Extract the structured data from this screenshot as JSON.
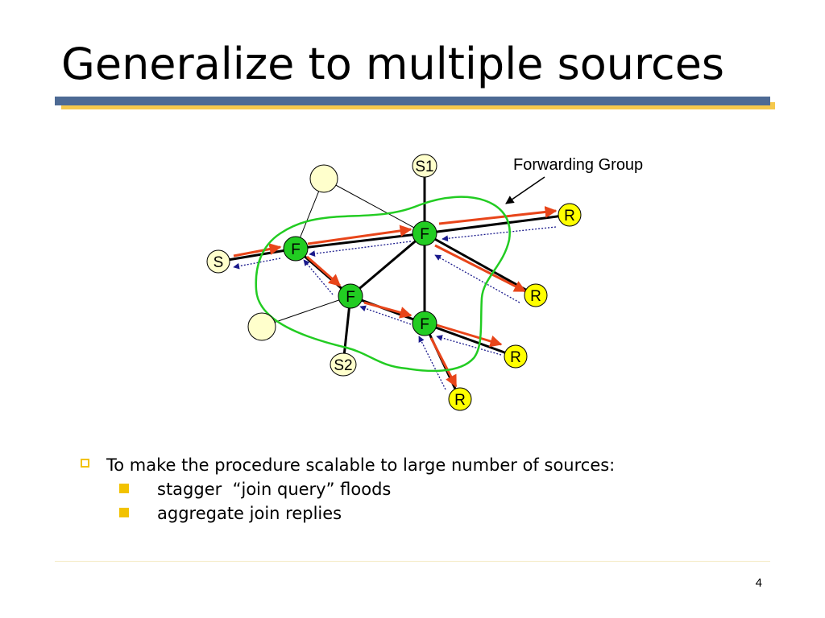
{
  "slide": {
    "title": "Generalize to multiple sources",
    "page_number": "4"
  },
  "diagram": {
    "annotation": "Forwarding Group",
    "colors": {
      "forward_arrow": "#e8451a",
      "reply_arrow": "#1a1a8c",
      "forwarding_group_outline": "#22cc22",
      "forwarder_node": "#22cc22",
      "receiver_node": "#ffff00",
      "source_node": "#ffffcc",
      "plain_node": "#ffffcc"
    },
    "nodes": {
      "s1": "S1",
      "s": "S",
      "s2": "S2",
      "f1": "F",
      "f2": "F",
      "f3": "F",
      "f4": "F",
      "r1": "R",
      "r2": "R",
      "r3": "R",
      "r4": "R"
    }
  },
  "bullets": {
    "main": "To make the procedure scalable to large number of sources:",
    "sub": [
      "stagger  “join query” floods",
      "aggregate join replies"
    ]
  }
}
